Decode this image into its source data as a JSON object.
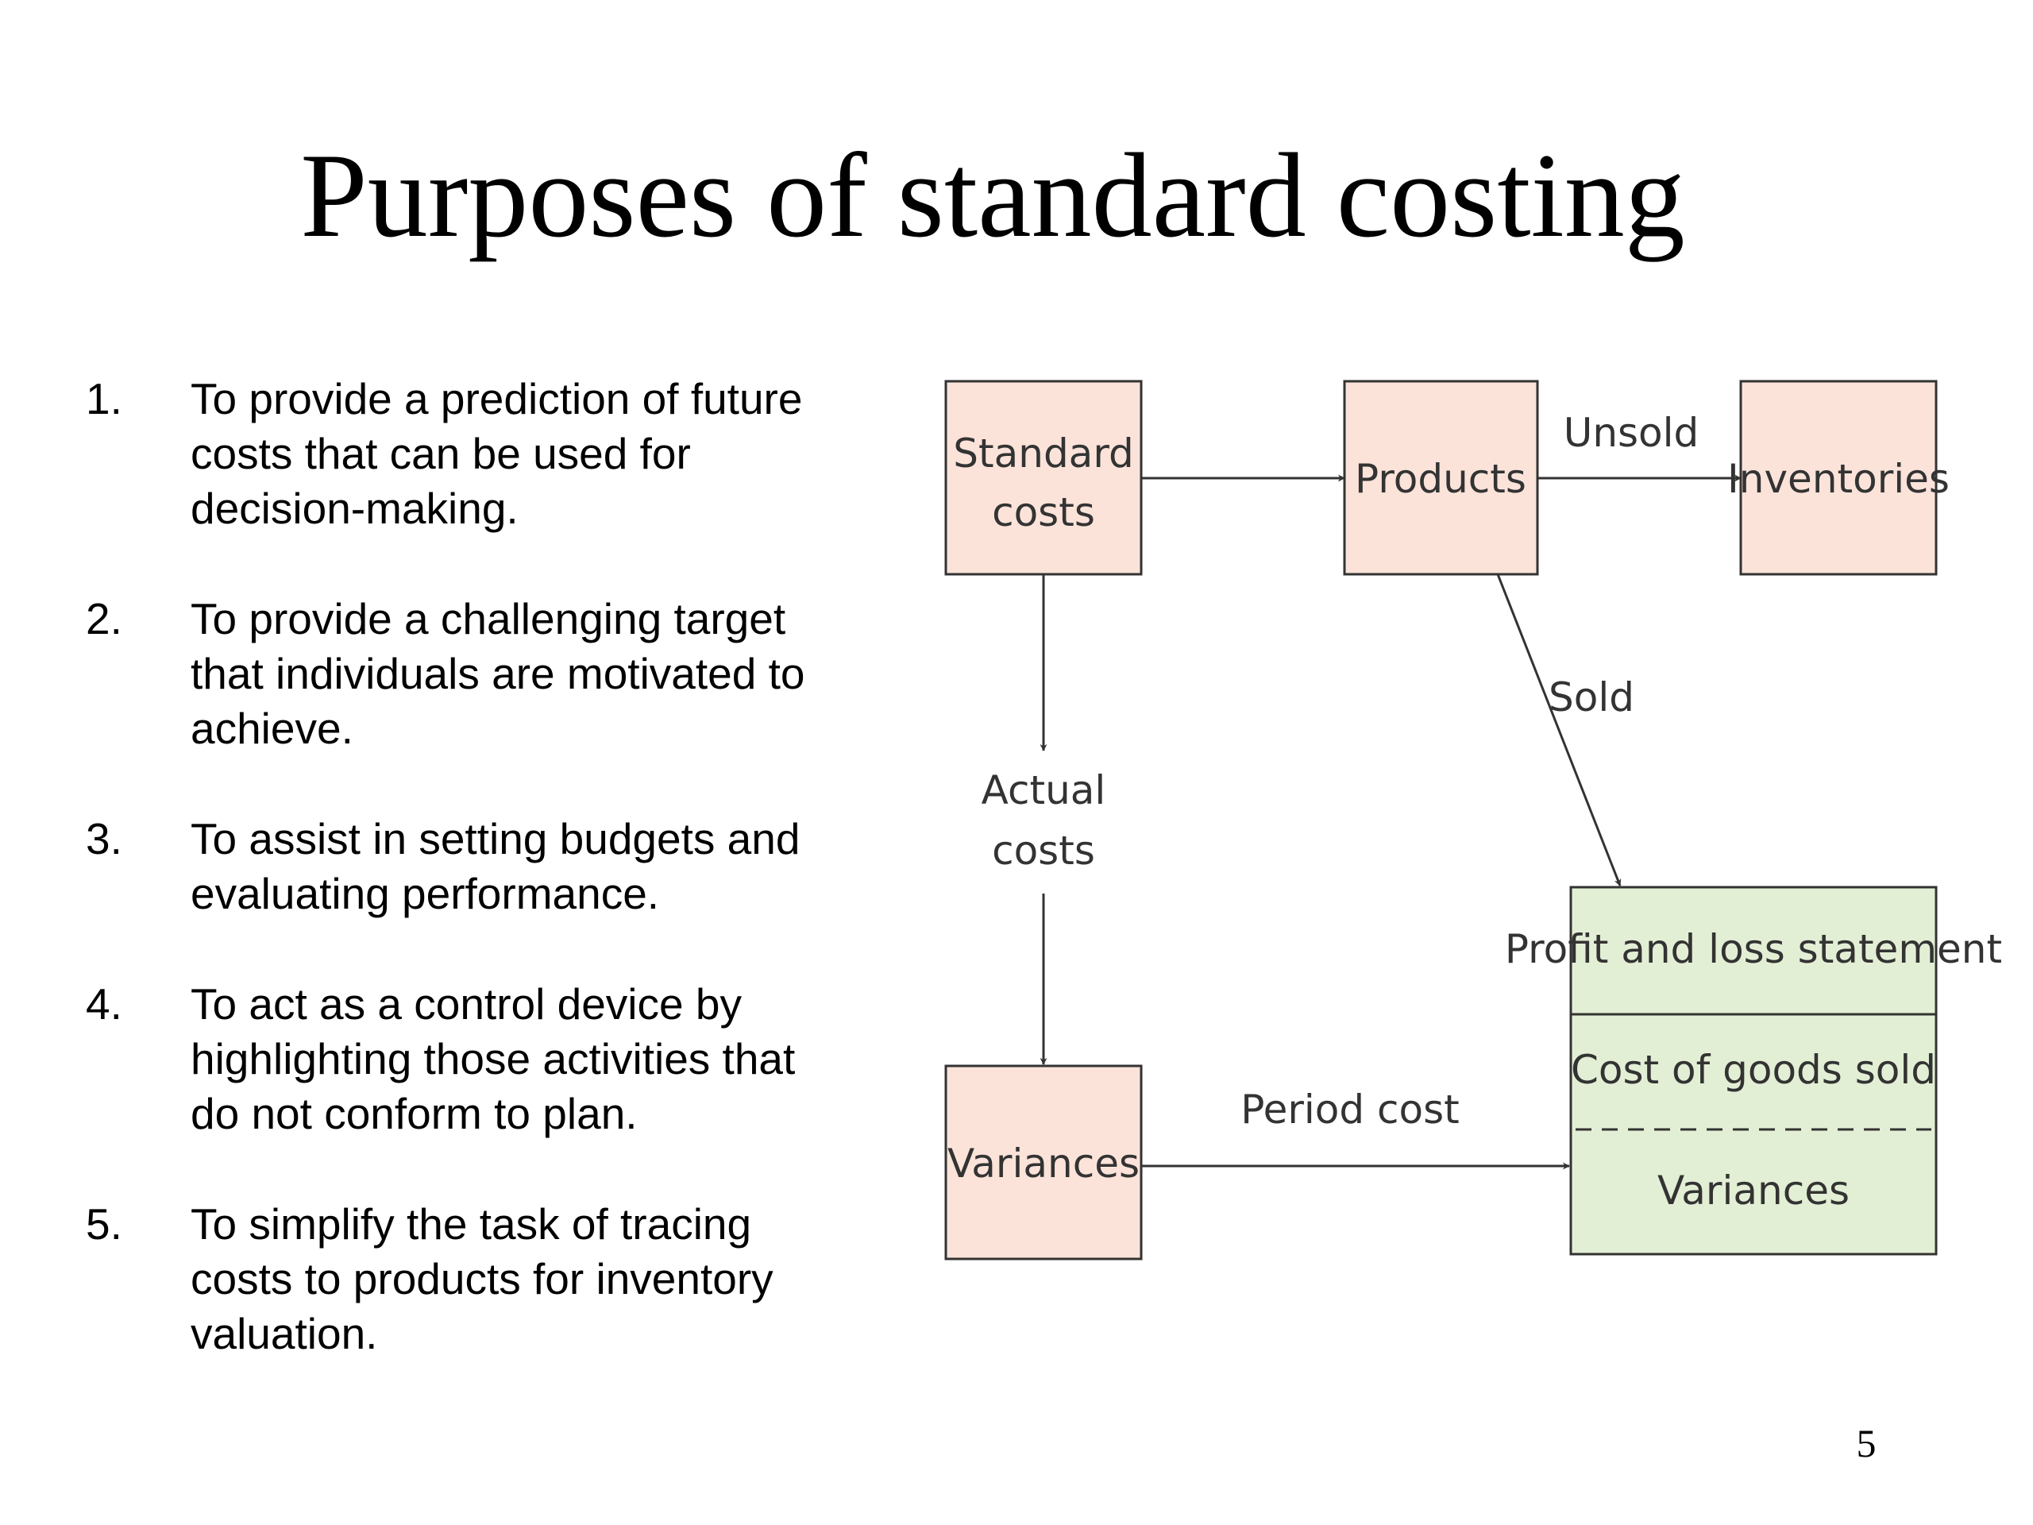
{
  "slide": {
    "title": "Purposes of standard costing",
    "page_number": "5"
  },
  "purposes": [
    {
      "num": "1.",
      "lines": [
        "To provide a prediction of future",
        "costs that can be used for",
        "decision-making."
      ]
    },
    {
      "num": "2.",
      "lines": [
        "To provide a challenging target",
        "that individuals are motivated to",
        "achieve."
      ]
    },
    {
      "num": "3.",
      "lines": [
        "To assist in setting budgets and",
        "evaluating performance."
      ]
    },
    {
      "num": "4.",
      "lines": [
        "To act as a control device by",
        "highlighting those activities that",
        "do not conform to plan."
      ]
    },
    {
      "num": "5.",
      "lines": [
        "To simplify the task of tracing",
        "costs to products for inventory",
        "valuation."
      ]
    }
  ],
  "diagram": {
    "nodes": {
      "standard_costs": [
        "Standard",
        "costs"
      ],
      "products": "Products",
      "inventories": "Inventories",
      "variances": "Variances",
      "profit_loss": {
        "header": "Profit and loss statement",
        "cost_of_goods_sold": "Cost of goods sold",
        "variances": "Variances"
      }
    },
    "edge_labels": {
      "unsold": "Unsold",
      "sold": "Sold",
      "actual_costs": [
        "Actual",
        "costs"
      ],
      "period_cost": "Period cost"
    },
    "colors": {
      "cost_box_fill": "#fbe3da",
      "statement_fill": "#e3efd5",
      "outline": "#333333"
    }
  }
}
